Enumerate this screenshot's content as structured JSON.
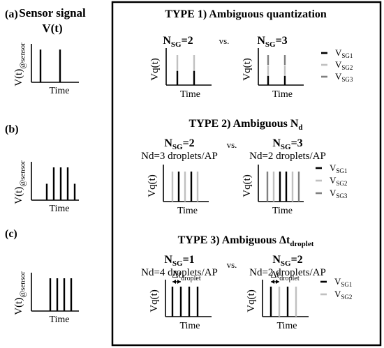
{
  "left": {
    "header": {
      "line1": "Sensor signal",
      "line2": "V(t)"
    },
    "panels": [
      {
        "label": "(a)",
        "ylabel_main": "V(t)",
        "ylabel_sub": "@sensor",
        "xlabel": "Time",
        "bars": [
          1,
          1
        ],
        "bar_color": "#000000"
      },
      {
        "label": "(b)",
        "ylabel_main": "V(t)",
        "ylabel_sub": "@sensor",
        "xlabel": "Time",
        "bars": [
          0.5,
          1,
          1,
          1,
          0.5
        ],
        "bar_color": "#000000"
      },
      {
        "label": "(c)",
        "ylabel_main": "V(t)",
        "ylabel_sub": "@sensor",
        "xlabel": "Time",
        "bars": [
          1,
          1,
          1,
          1
        ],
        "bar_color": "#000000"
      }
    ]
  },
  "types": [
    {
      "title_main": "TYPE 1) Ambiguous quantization",
      "title_sub": "",
      "vs": "vs.",
      "left_plot": {
        "nsg_label": "N",
        "nsg_sub": "SG",
        "nsg_value": "=2",
        "nd_text": "",
        "ylabel": "Vq(t)",
        "xlabel": "Time",
        "bars": [
          {
            "segments": [
              "#000000",
              "#c0c0c0"
            ]
          },
          {
            "segments": [
              "#000000",
              "#c0c0c0"
            ]
          }
        ]
      },
      "right_plot": {
        "nsg_label": "N",
        "nsg_sub": "SG",
        "nsg_value": "=3",
        "nd_text": "",
        "ylabel": "Vq(t)",
        "xlabel": "Time",
        "bars": [
          {
            "segments": [
              "#000000",
              "#c0c0c0",
              "#808080"
            ]
          },
          {
            "segments": [
              "#000000",
              "#c0c0c0",
              "#808080"
            ]
          }
        ]
      },
      "legend": [
        {
          "name": "V",
          "sub": "SG1",
          "color": "#000000"
        },
        {
          "name": "V",
          "sub": "SG2",
          "color": "#c0c0c0"
        },
        {
          "name": "V",
          "sub": "SG3",
          "color": "#808080"
        }
      ]
    },
    {
      "title_main": "TYPE 2) Ambiguous N",
      "title_sub": "d",
      "vs": "vs.",
      "left_plot": {
        "nsg_label": "N",
        "nsg_sub": "SG",
        "nsg_value": "=2",
        "nd_text": "Nd=3 droplets/AP",
        "ylabel": "Vq(t)",
        "xlabel": "Time",
        "bars": [
          {
            "segments": [
              "#c0c0c0"
            ]
          },
          {
            "segments": [
              "#000000"
            ]
          },
          {
            "segments": [
              "#c0c0c0"
            ]
          },
          {
            "segments": [
              "#000000"
            ]
          },
          {
            "segments": [
              "#c0c0c0"
            ]
          }
        ]
      },
      "right_plot": {
        "nsg_label": "N",
        "nsg_sub": "SG",
        "nsg_value": "=3",
        "nd_text": "Nd=2 droplets/AP",
        "ylabel": "Vq(t)",
        "xlabel": "Time",
        "bars": [
          {
            "segments": [
              "#808080"
            ]
          },
          {
            "segments": [
              "#c0c0c0"
            ]
          },
          {
            "segments": [
              "#000000"
            ]
          },
          {
            "segments": [
              "#000000"
            ]
          },
          {
            "segments": [
              "#c0c0c0"
            ]
          },
          {
            "segments": [
              "#808080"
            ]
          }
        ]
      },
      "legend": [
        {
          "name": "V",
          "sub": "SG1",
          "color": "#000000"
        },
        {
          "name": "V",
          "sub": "SG2",
          "color": "#c0c0c0"
        },
        {
          "name": "V",
          "sub": "SG3",
          "color": "#808080"
        }
      ]
    },
    {
      "title_main": "TYPE 3) Ambiguous Δt",
      "title_sub": "droplet",
      "vs": "vs.",
      "left_plot": {
        "nsg_label": "N",
        "nsg_sub": "SG",
        "nsg_value": "=1",
        "nd_text": "Nd=4 droplets/AP",
        "ylabel": "Vq(t)",
        "xlabel": "Time",
        "dt_main": "Δt",
        "dt_sub": "droplet",
        "bars": [
          {
            "segments": [
              "#000000"
            ]
          },
          {
            "segments": [
              "#000000"
            ]
          },
          {
            "segments": [
              "#000000"
            ]
          },
          {
            "segments": [
              "#000000"
            ]
          }
        ]
      },
      "right_plot": {
        "nsg_label": "N",
        "nsg_sub": "SG",
        "nsg_value": "=2",
        "nd_text": "Nd=2 droplets/AP",
        "ylabel": "Vq(t)",
        "xlabel": "Time",
        "dt_main": "Δt",
        "dt_sub": "droplet",
        "bars": [
          {
            "segments": [
              "#000000"
            ]
          },
          {
            "segments": [
              "#c0c0c0"
            ]
          },
          {
            "segments": [
              "#000000"
            ]
          },
          {
            "segments": [
              "#c0c0c0"
            ]
          }
        ]
      },
      "legend": [
        {
          "name": "V",
          "sub": "SG1",
          "color": "#000000"
        },
        {
          "name": "V",
          "sub": "SG2",
          "color": "#c0c0c0"
        }
      ]
    }
  ]
}
